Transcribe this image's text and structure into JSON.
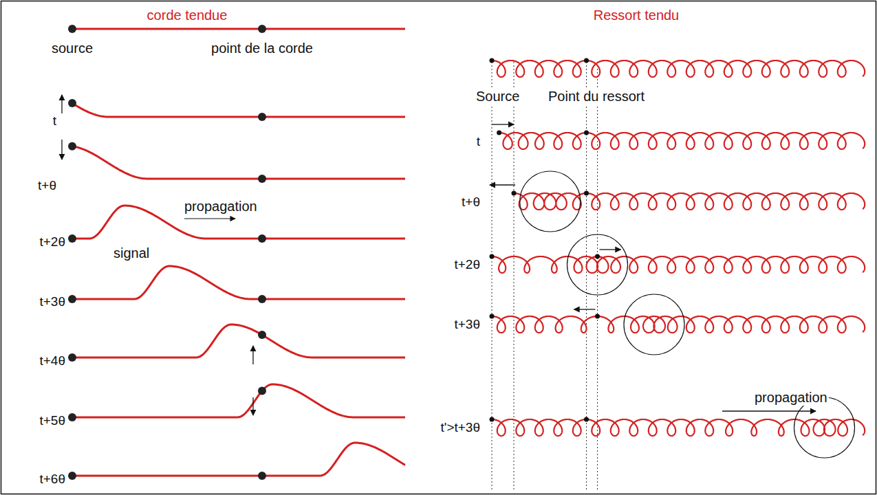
{
  "diagram": {
    "labels": [
      "corde tendue",
      "source",
      "point de la corde",
      "t",
      "t+θ",
      "signal",
      "propagation",
      "t+2θ",
      "t+3θ",
      "t+4θ",
      "t+5θ",
      "t+6θ",
      "Ressort tendu",
      "Source",
      "Point du ressort",
      "t",
      "t+θ",
      "t+2θ",
      "t+3θ",
      "propagation",
      "t'>t+3θ"
    ]
  }
}
